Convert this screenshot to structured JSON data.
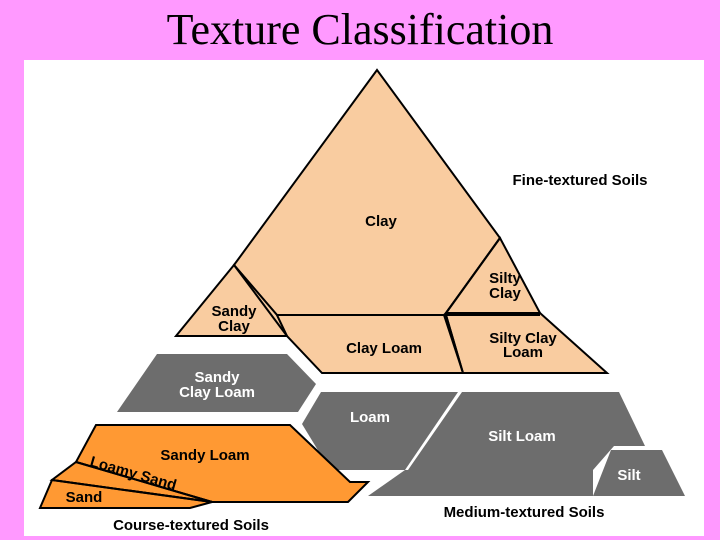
{
  "slide": {
    "title": "Texture Classification"
  },
  "colors": {
    "background": "#ff99ff",
    "fine": "#f9cca0",
    "medium": "#6d6d6d",
    "coarse": "#ff9933"
  },
  "groups": {
    "fine": "Fine-textured Soils",
    "medium": "Medium-textured Soils",
    "coarse": "Course-textured Soils"
  },
  "classes": {
    "clay": "Clay",
    "silty_clay_1": "Silty",
    "silty_clay_2": "Clay",
    "sandy_clay_1": "Sandy",
    "sandy_clay_2": "Clay",
    "clay_loam": "Clay Loam",
    "silty_clay_loam_1": "Silty Clay",
    "silty_clay_loam_2": "Loam",
    "sandy_clay_loam_1": "Sandy",
    "sandy_clay_loam_2": "Clay Loam",
    "loam": "Loam",
    "silt_loam": "Silt Loam",
    "silt": "Silt",
    "sandy_loam": "Sandy Loam",
    "loamy_sand": "Loamy Sand",
    "sand": "Sand"
  }
}
